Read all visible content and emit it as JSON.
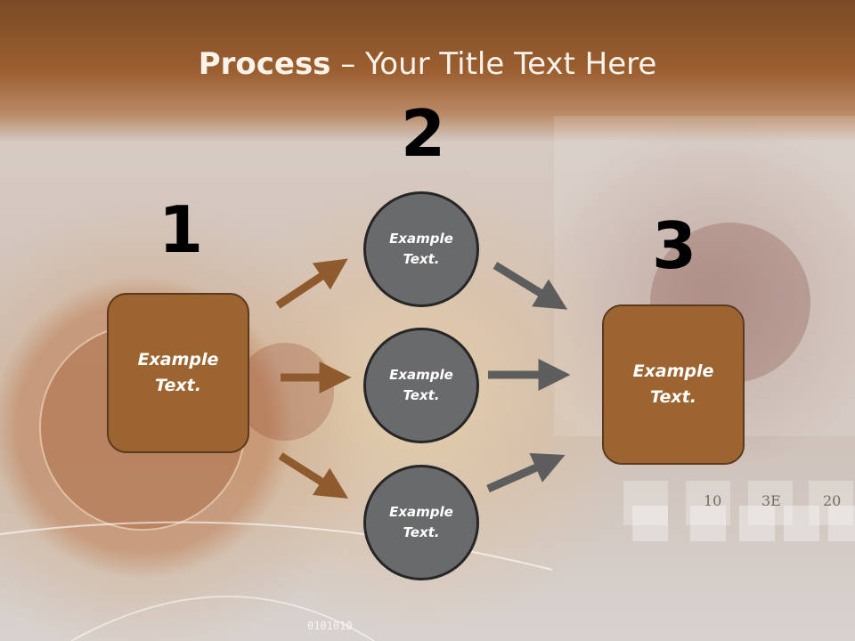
{
  "title": {
    "bold": "Process",
    "rest": " – Your Title Text Here"
  },
  "steps": {
    "one": "1",
    "two": "2",
    "three": "3"
  },
  "boxes": {
    "left": "Example\nText.",
    "right": "Example\nText."
  },
  "circles": {
    "top": "Example\nText.",
    "middle": "Example\nText.",
    "bottom": "Example\nText."
  },
  "background_code": {
    "bottom": "0101010",
    "tiles": [
      "10",
      "3E",
      "20"
    ]
  },
  "colors": {
    "box_fill": "#9c6431",
    "circle_fill": "#696a6b",
    "arrow_brown": "#8e5a2e",
    "arrow_gray": "#5d5d5d"
  }
}
